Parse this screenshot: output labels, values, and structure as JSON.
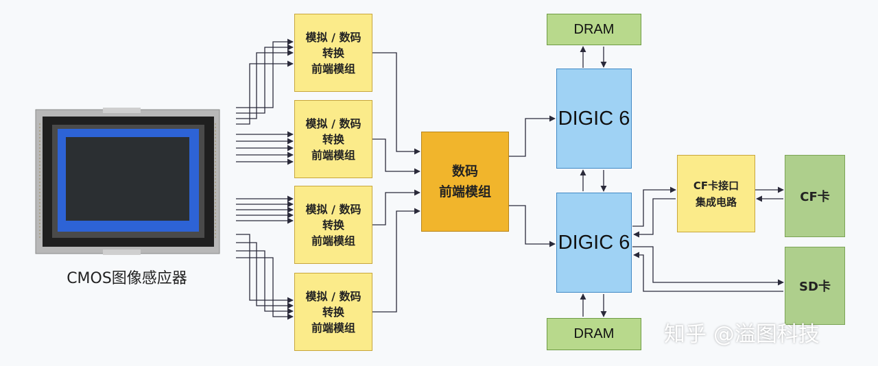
{
  "sensor": {
    "caption": "CMOS图像感应器"
  },
  "afe_blocks": [
    {
      "line1": "模拟 / 数码",
      "line2": "转换",
      "line3": "前端模组"
    },
    {
      "line1": "模拟 / 数码",
      "line2": "转换",
      "line3": "前端模组"
    },
    {
      "line1": "模拟 / 数码",
      "line2": "转换",
      "line3": "前端模组"
    },
    {
      "line1": "模拟 / 数码",
      "line2": "转换",
      "line3": "前端模组"
    }
  ],
  "digital_frontend": {
    "line1": "数码",
    "line2": "前端模组"
  },
  "processors": [
    {
      "label": "DIGIC 6"
    },
    {
      "label": "DIGIC 6"
    }
  ],
  "dram": [
    {
      "label": "DRAM"
    },
    {
      "label": "DRAM"
    }
  ],
  "cf_interface": {
    "line1": "CF卡接口",
    "line2": "集成电路"
  },
  "cards": [
    {
      "label": "CF卡"
    },
    {
      "label": "SD卡"
    }
  ],
  "watermark": "知乎 @溢图科技",
  "colors": {
    "afe_fill": "#fbeb8a",
    "dfe_fill": "#f1b52c",
    "digic_fill": "#9fd2f4",
    "dram_fill": "#b8d98c",
    "card_fill": "#aecf8c",
    "sensor_blue": "#2d63d6",
    "line": "#2a2a3a"
  }
}
